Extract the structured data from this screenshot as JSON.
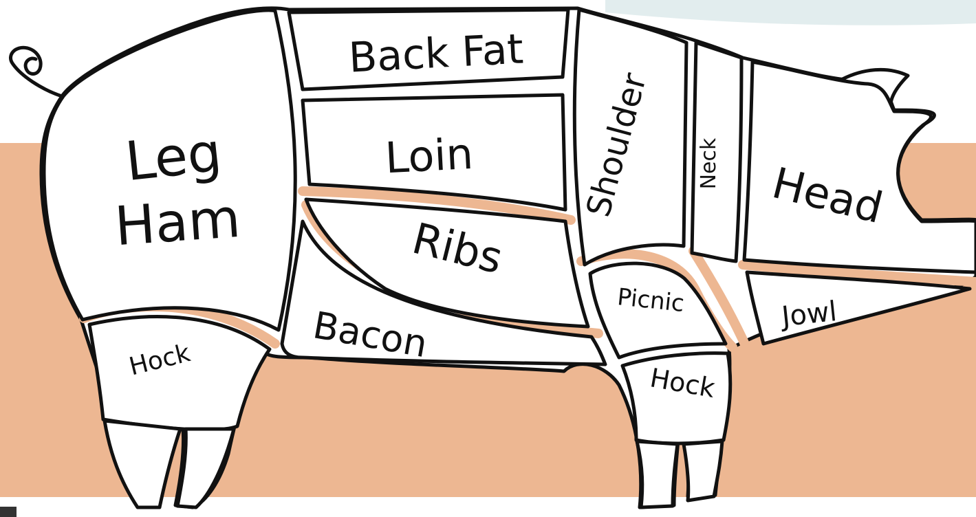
{
  "colors": {
    "band": "#edb792",
    "top_glow": "#dbe9ea",
    "outline": "#111111",
    "cut_fill": "#ffffff"
  },
  "cuts": {
    "leg_ham_line1": "Leg",
    "leg_ham_line2": "Ham",
    "back_fat": "Back Fat",
    "loin": "Loin",
    "ribs": "Ribs",
    "bacon": "Bacon",
    "shoulder": "Shoulder",
    "neck": "Neck",
    "head": "Head",
    "picnic": "Picnic",
    "jowl": "Jowl",
    "hock_rear": "Hock",
    "hock_front": "Hock"
  }
}
